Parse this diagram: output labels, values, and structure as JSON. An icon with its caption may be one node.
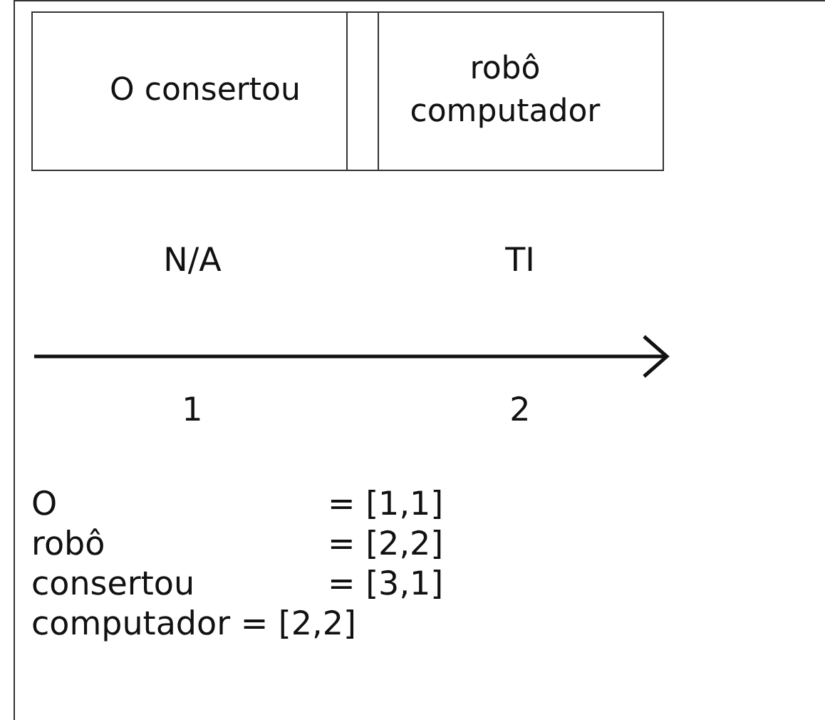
{
  "diagram": {
    "nodes": [
      {
        "text": [
          "O consertou"
        ]
      },
      {
        "text": [
          "robô computador"
        ]
      }
    ],
    "labels": [
      "N/A",
      "TI",
      "1",
      "2",
      "O",
      "= [1,1]",
      "robô",
      "= [2,2]",
      "consertou",
      "= [3,1]",
      "computador = [2,2]"
    ]
  }
}
